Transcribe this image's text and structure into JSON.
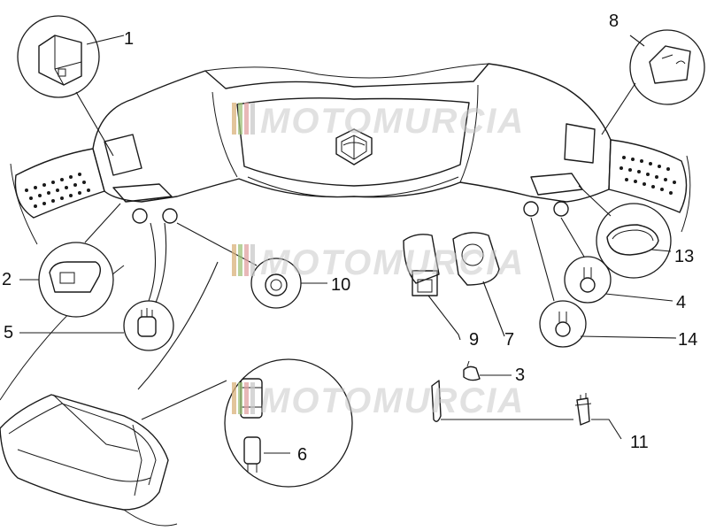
{
  "watermark": "MOTOMURCIA",
  "watermark_stripes": [
    "#d9b27a",
    "#9fc27a",
    "#e0a0a0",
    "#c8c8c8"
  ],
  "callouts": [
    "1",
    "2",
    "3",
    "4",
    "5",
    "6",
    "7",
    "8",
    "9",
    "10",
    "11",
    "13",
    "14"
  ]
}
